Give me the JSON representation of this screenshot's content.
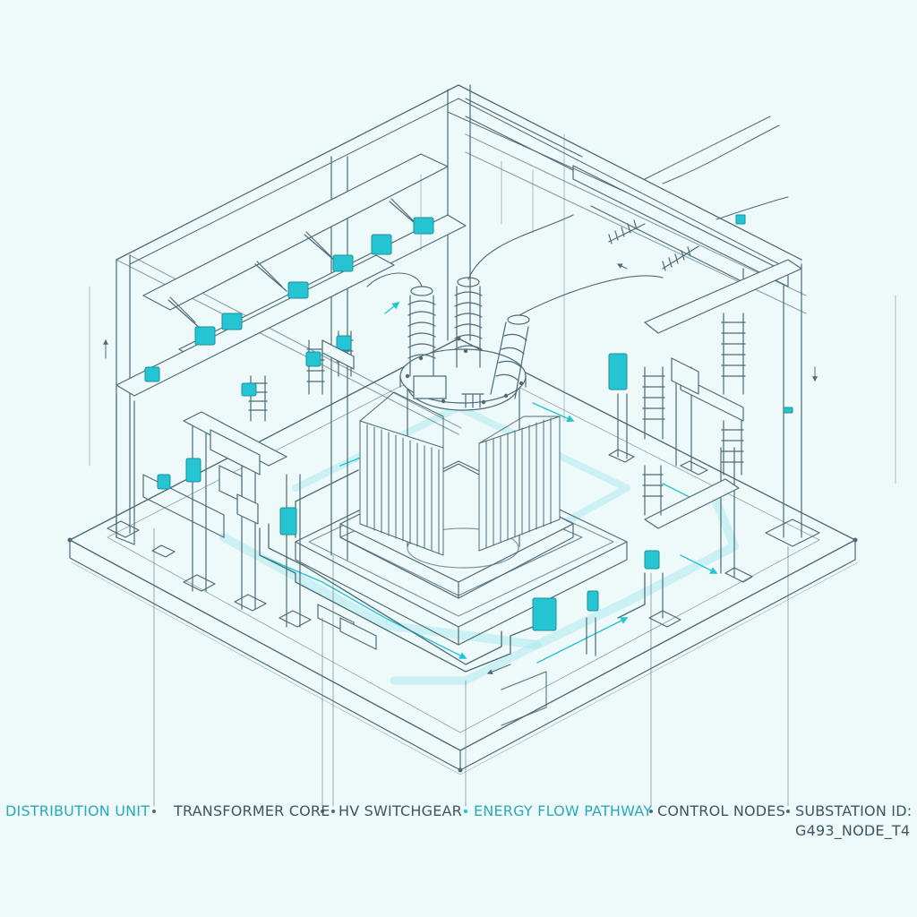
{
  "colors": {
    "background": "#eef9fa",
    "linework": "#4d6b75",
    "accent": "#24c4d2",
    "glow": "#9fe6ee",
    "label_dark": "#3d5660",
    "label_accent": "#2aa9b8"
  },
  "legend": {
    "distribution_unit": "DISTRIBUTION UNIT",
    "transformer_core": "TRANSFORMER CORE",
    "hv_switchgear": "HV SWITCHGEAR",
    "energy_flow_pathway": "ENERGY FLOW PATHWAY",
    "control_nodes": "CONTROL NODES",
    "substation_id_label": "SUBSTATION ID:",
    "substation_id_value": "G493_NODE_T4"
  },
  "icons": [
    "flow-arrow-icon",
    "insulator-icon",
    "connector-node-icon"
  ]
}
